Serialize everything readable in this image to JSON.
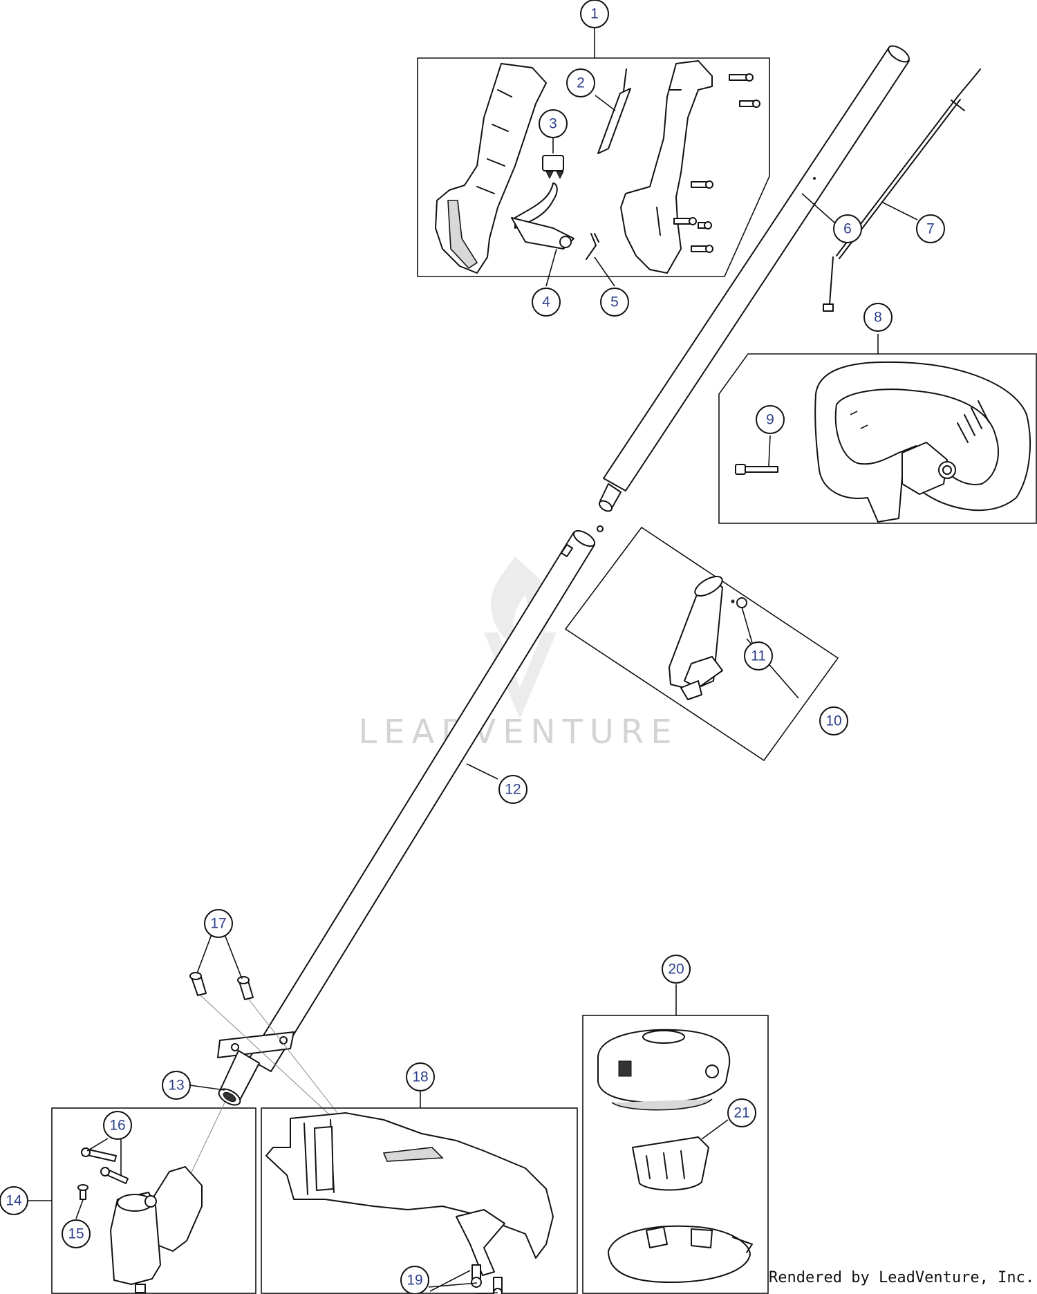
{
  "callouts": [
    {
      "id": "1",
      "label": "1"
    },
    {
      "id": "2",
      "label": "2"
    },
    {
      "id": "3",
      "label": "3"
    },
    {
      "id": "4",
      "label": "4"
    },
    {
      "id": "5",
      "label": "5"
    },
    {
      "id": "6",
      "label": "6"
    },
    {
      "id": "7",
      "label": "7"
    },
    {
      "id": "8",
      "label": "8"
    },
    {
      "id": "9",
      "label": "9"
    },
    {
      "id": "10",
      "label": "10"
    },
    {
      "id": "11",
      "label": "11"
    },
    {
      "id": "12",
      "label": "12"
    },
    {
      "id": "13",
      "label": "13"
    },
    {
      "id": "14",
      "label": "14"
    },
    {
      "id": "15",
      "label": "15"
    },
    {
      "id": "16",
      "label": "16"
    },
    {
      "id": "17",
      "label": "17"
    },
    {
      "id": "18",
      "label": "18"
    },
    {
      "id": "19",
      "label": "19"
    },
    {
      "id": "20",
      "label": "20"
    },
    {
      "id": "21",
      "label": "21"
    }
  ],
  "watermark": {
    "text": "LEADVENTURE"
  },
  "footer": {
    "credit": "Rendered by LeadVenture, Inc."
  },
  "colors": {
    "callout_text": "#2c3f8a",
    "watermark": "#d4d4d4"
  }
}
